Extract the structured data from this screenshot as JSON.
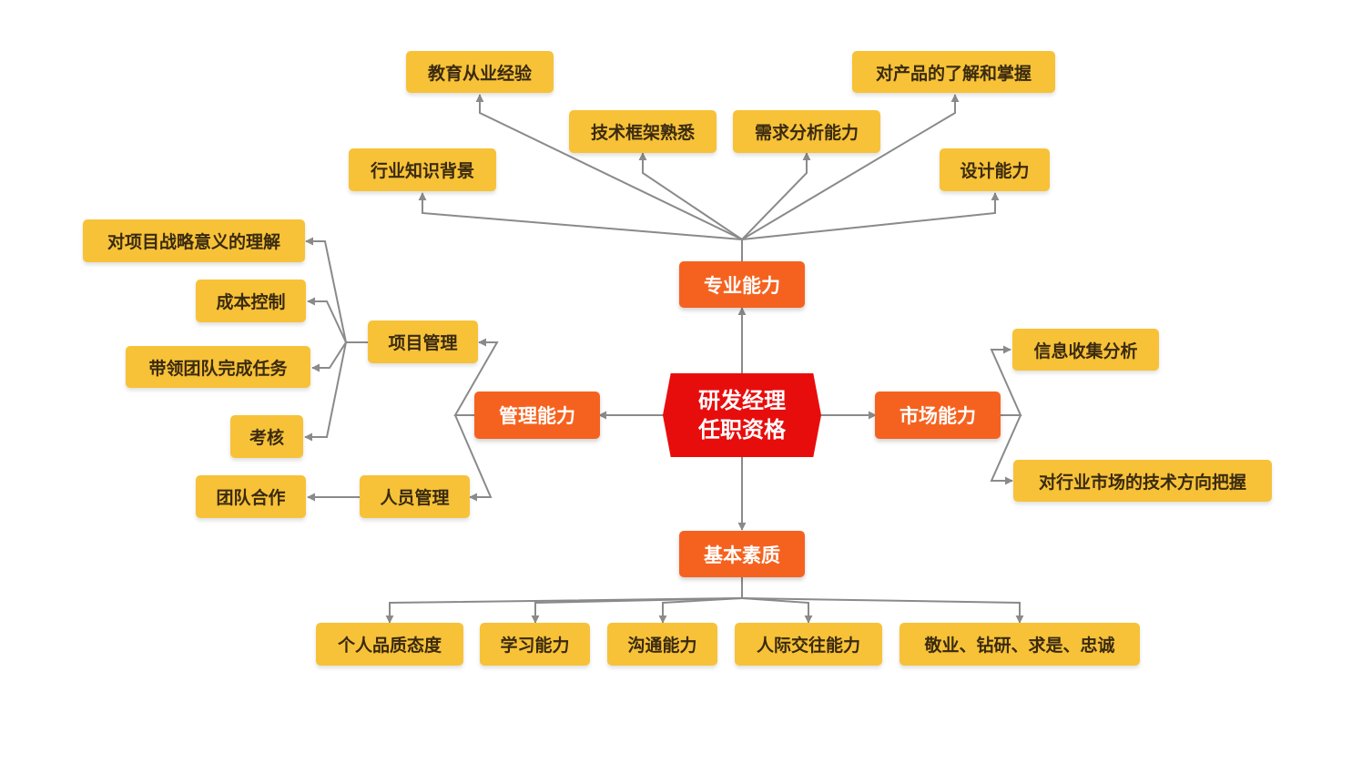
{
  "colors": {
    "root_fill": "#e80d0d",
    "category_fill": "#f5621f",
    "leaf_fill": "#f7c238",
    "connector": "#8a8a8a"
  },
  "root": {
    "line1": "研发经理",
    "line2": "任职资格"
  },
  "professional": {
    "label": "专业能力",
    "items": [
      "教育从业经验",
      "技术框架熟悉",
      "需求分析能力",
      "对产品的了解和掌握",
      "行业知识背景",
      "设计能力"
    ]
  },
  "management": {
    "label": "管理能力",
    "project": {
      "label": "项目管理",
      "items": [
        "对项目战略意义的理解",
        "成本控制",
        "带领团队完成任务",
        "考核"
      ]
    },
    "personnel": {
      "label": "人员管理",
      "items": [
        "团队合作"
      ]
    }
  },
  "market": {
    "label": "市场能力",
    "items": [
      "信息收集分析",
      "对行业市场的技术方向把握"
    ]
  },
  "basic": {
    "label": "基本素质",
    "items": [
      "个人品质态度",
      "学习能力",
      "沟通能力",
      "人际交往能力",
      "敬业、钻研、求是、忠诚"
    ]
  }
}
